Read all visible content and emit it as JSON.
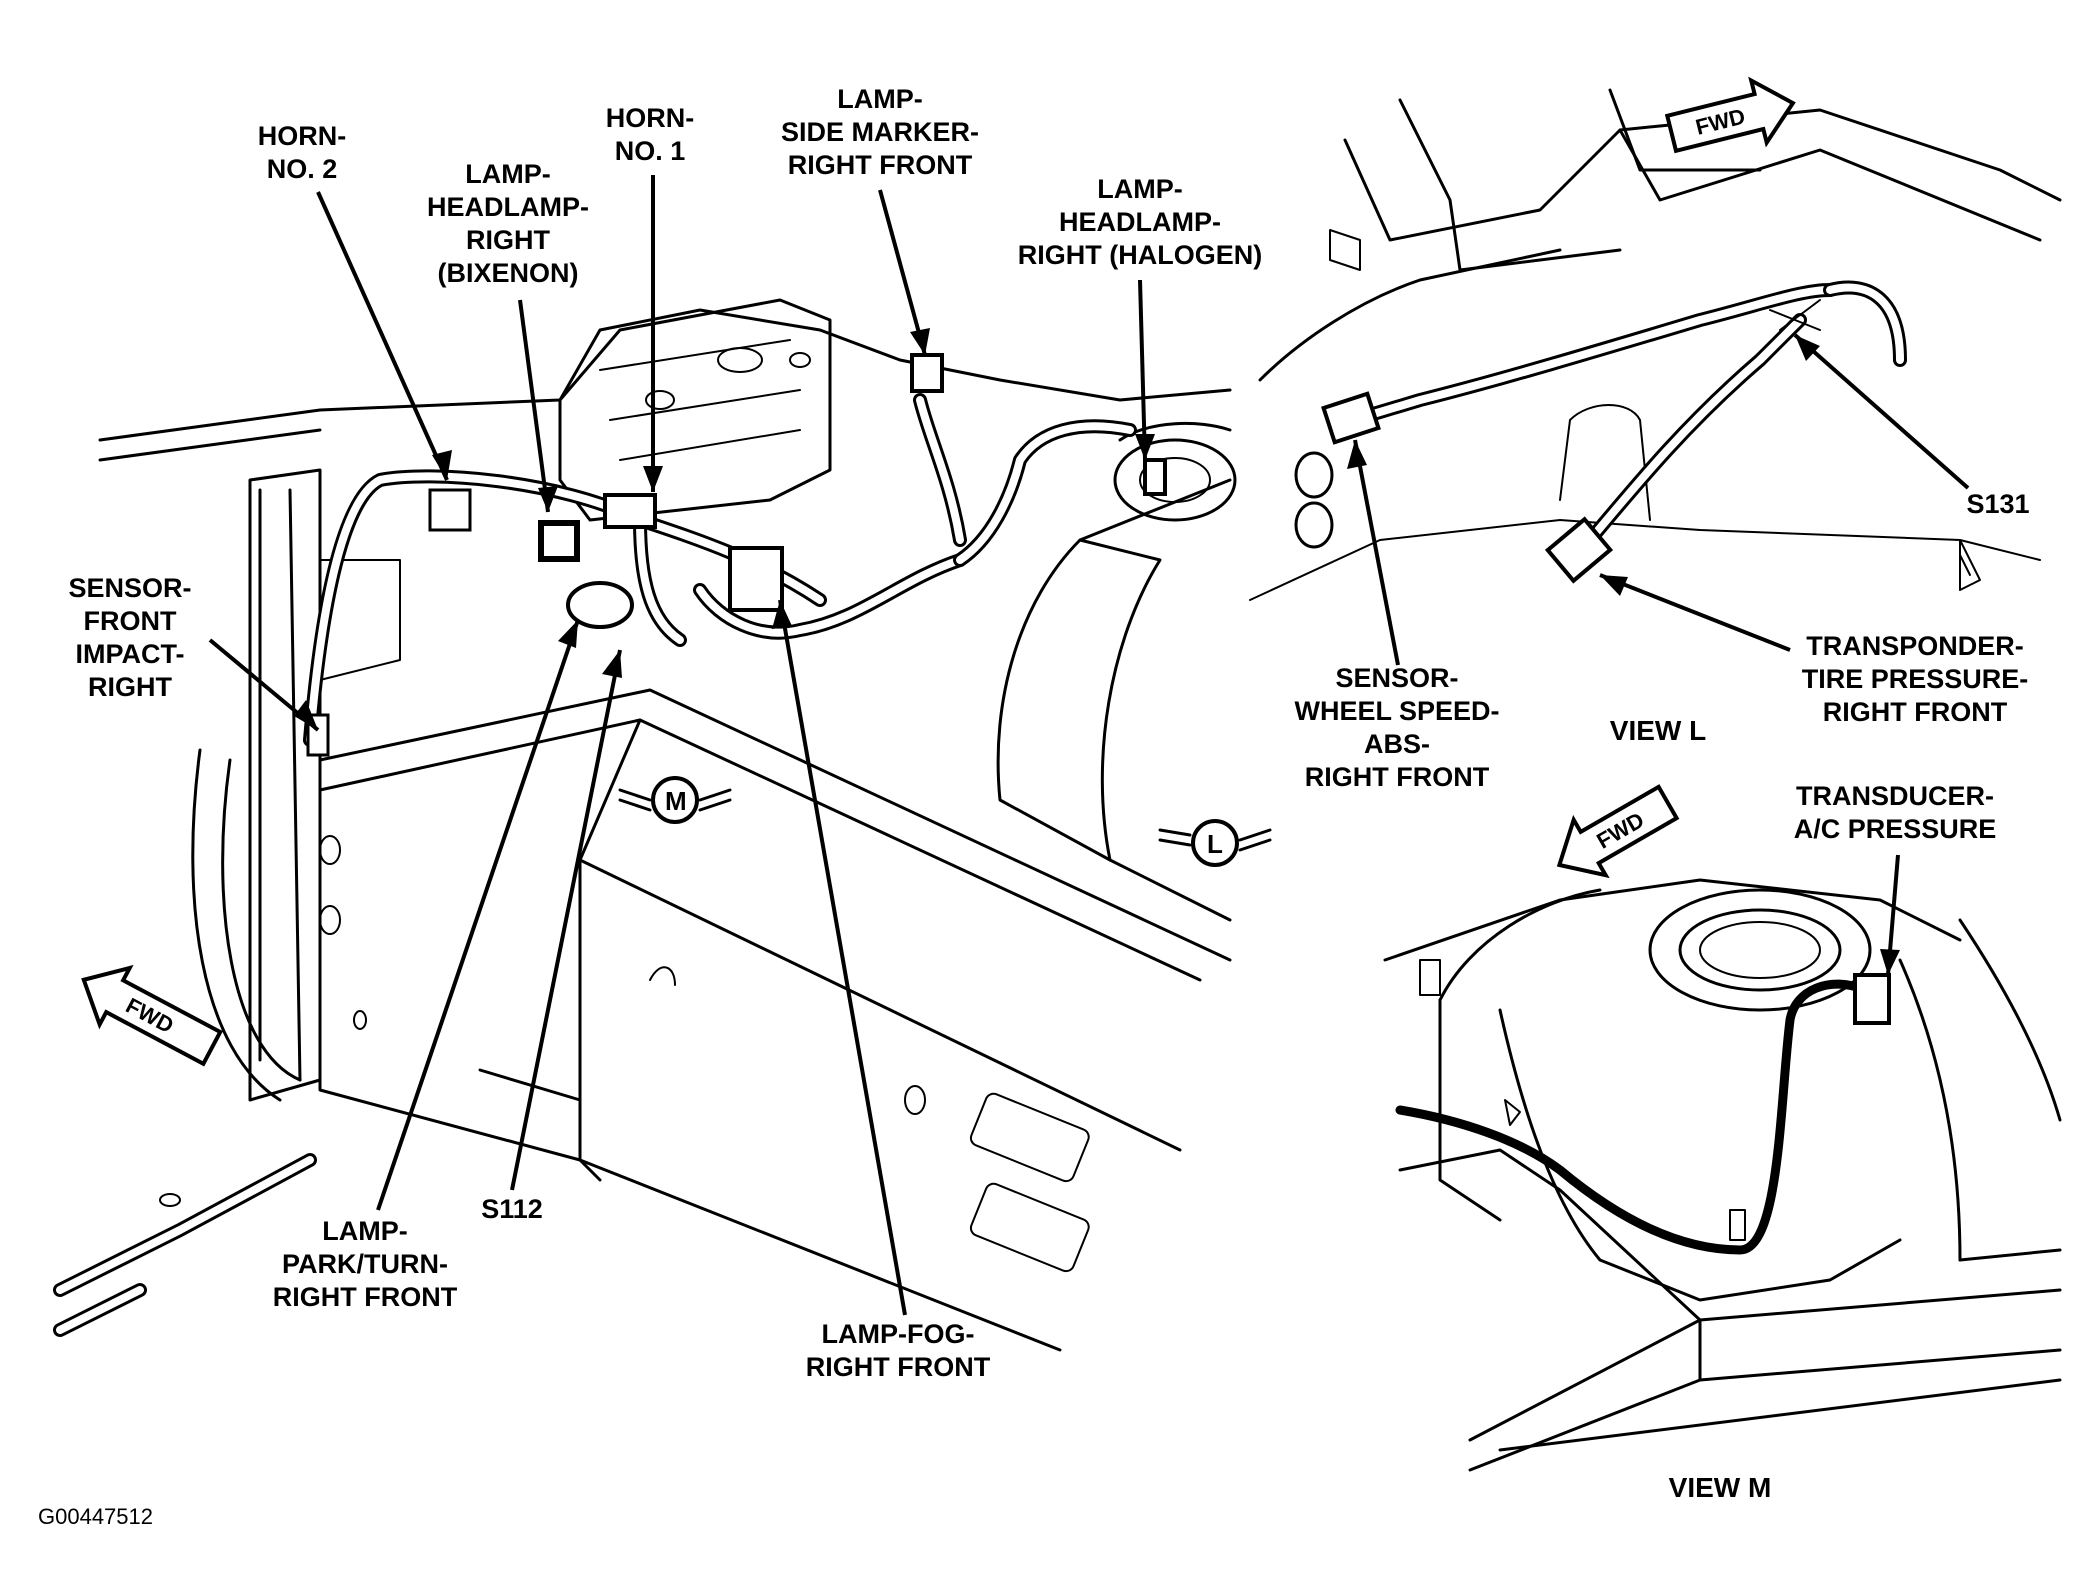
{
  "figure_id": "G00447512",
  "labels": {
    "horn_no2": [
      "HORN-",
      "NO. 2"
    ],
    "lamp_headlamp_bixenon": [
      "LAMP-",
      "HEADLAMP-",
      "RIGHT",
      "(BIXENON)"
    ],
    "horn_no1": [
      "HORN-",
      "NO. 1"
    ],
    "lamp_side_marker": [
      "LAMP-",
      "SIDE MARKER-",
      "RIGHT FRONT"
    ],
    "lamp_headlamp_halogen": [
      "LAMP-",
      "HEADLAMP-",
      "RIGHT (HALOGEN)"
    ],
    "sensor_front_impact": [
      "SENSOR-",
      "FRONT",
      "IMPACT-",
      "RIGHT"
    ],
    "s112": "S112",
    "lamp_park_turn": [
      "LAMP-",
      "PARK/TURN-",
      "RIGHT FRONT"
    ],
    "lamp_fog": [
      "LAMP-FOG-",
      "RIGHT FRONT"
    ],
    "s131": "S131",
    "sensor_wheel_speed": [
      "SENSOR-",
      "WHEEL SPEED-",
      "ABS-",
      "RIGHT FRONT"
    ],
    "transponder": [
      "TRANSPONDER-",
      "TIRE PRESSURE-",
      "RIGHT FRONT"
    ],
    "transducer": [
      "TRANSDUCER-",
      "A/C PRESSURE"
    ]
  },
  "views": {
    "view_l": "VIEW L",
    "view_m": "VIEW M"
  },
  "callouts": {
    "m": "M",
    "l": "L"
  },
  "arrows": {
    "fwd": "FWD"
  }
}
